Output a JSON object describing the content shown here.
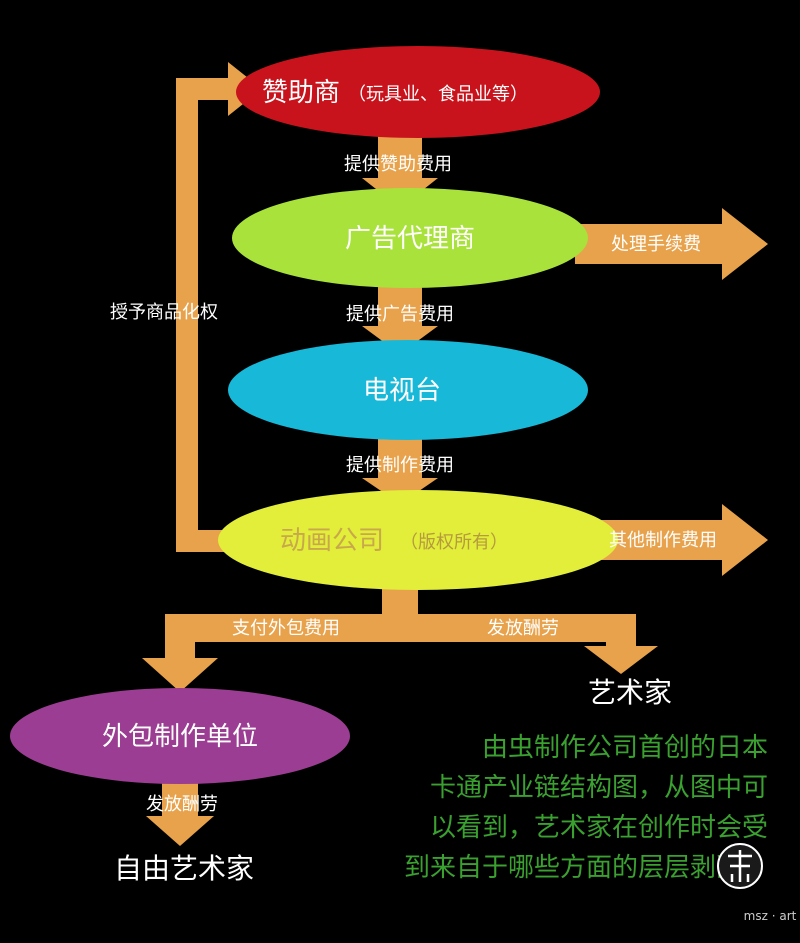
{
  "colors": {
    "background": "#000000",
    "arrow": "#e7a24b",
    "sponsor_node": "#c8131c",
    "agency_node": "#a8e23a",
    "tv_node": "#17b8d8",
    "studio_node": "#e2ee3a",
    "outsource_node": "#9b3d92",
    "caption": "#3aa030"
  },
  "nodes": {
    "sponsor": {
      "label": "赞助商",
      "sub": "（玩具业、食品业等）"
    },
    "agency": {
      "label": "广告代理商"
    },
    "tv": {
      "label": "电视台"
    },
    "studio": {
      "label": "动画公司",
      "sub": "（版权所有）"
    },
    "outsource": {
      "label": "外包制作单位"
    }
  },
  "arrow_labels": {
    "sponsor_to_agency": "提供赞助费用",
    "agency_out": "处理手续费",
    "agency_to_tv": "提供广告费用",
    "tv_to_studio": "提供制作费用",
    "studio_out": "其他制作费用",
    "license": "授予商品化权",
    "pay_outsource": "支付外包费用",
    "pay_artist": "发放酬劳",
    "outsource_pay": "发放酬劳"
  },
  "endpoints": {
    "artist": "艺术家",
    "freelance_artist": "自由艺术家"
  },
  "caption_lines": [
    "由虫制作公司首创的日本",
    "卡通产业链结构图，从图中可",
    "以看到，艺术家在创作时会受",
    "到来自于哪些方面的层层剥削。"
  ],
  "logo": {
    "text": "msz · art"
  }
}
